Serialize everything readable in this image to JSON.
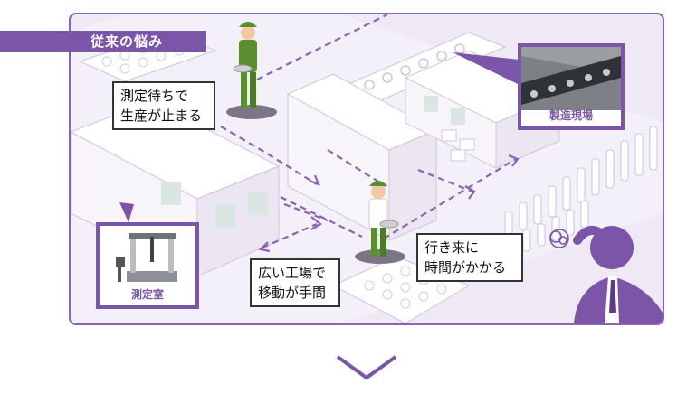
{
  "tag": {
    "label": "従来の悩み"
  },
  "callouts": {
    "waiting": [
      "測定待ちで",
      "生産が止まる"
    ],
    "moving": [
      "広い工場で",
      "移動が手間"
    ],
    "time": [
      "行き来に",
      "時間がかかる"
    ]
  },
  "photos": {
    "factory_floor": "製造現場",
    "measurement_room": "測定室"
  },
  "icons": {
    "worker": "worker-carrying-part-icon",
    "person": "troubled-businessman-icon",
    "machine": "cmm-machine-icon",
    "arrow": "chevron-down-icon"
  },
  "colors": {
    "accent": "#7a55a8",
    "frame_border": "#8a63b3",
    "background": "#efe9f6",
    "worker_green": "#5a8f2e",
    "dashed_path": "#8a63b3"
  }
}
